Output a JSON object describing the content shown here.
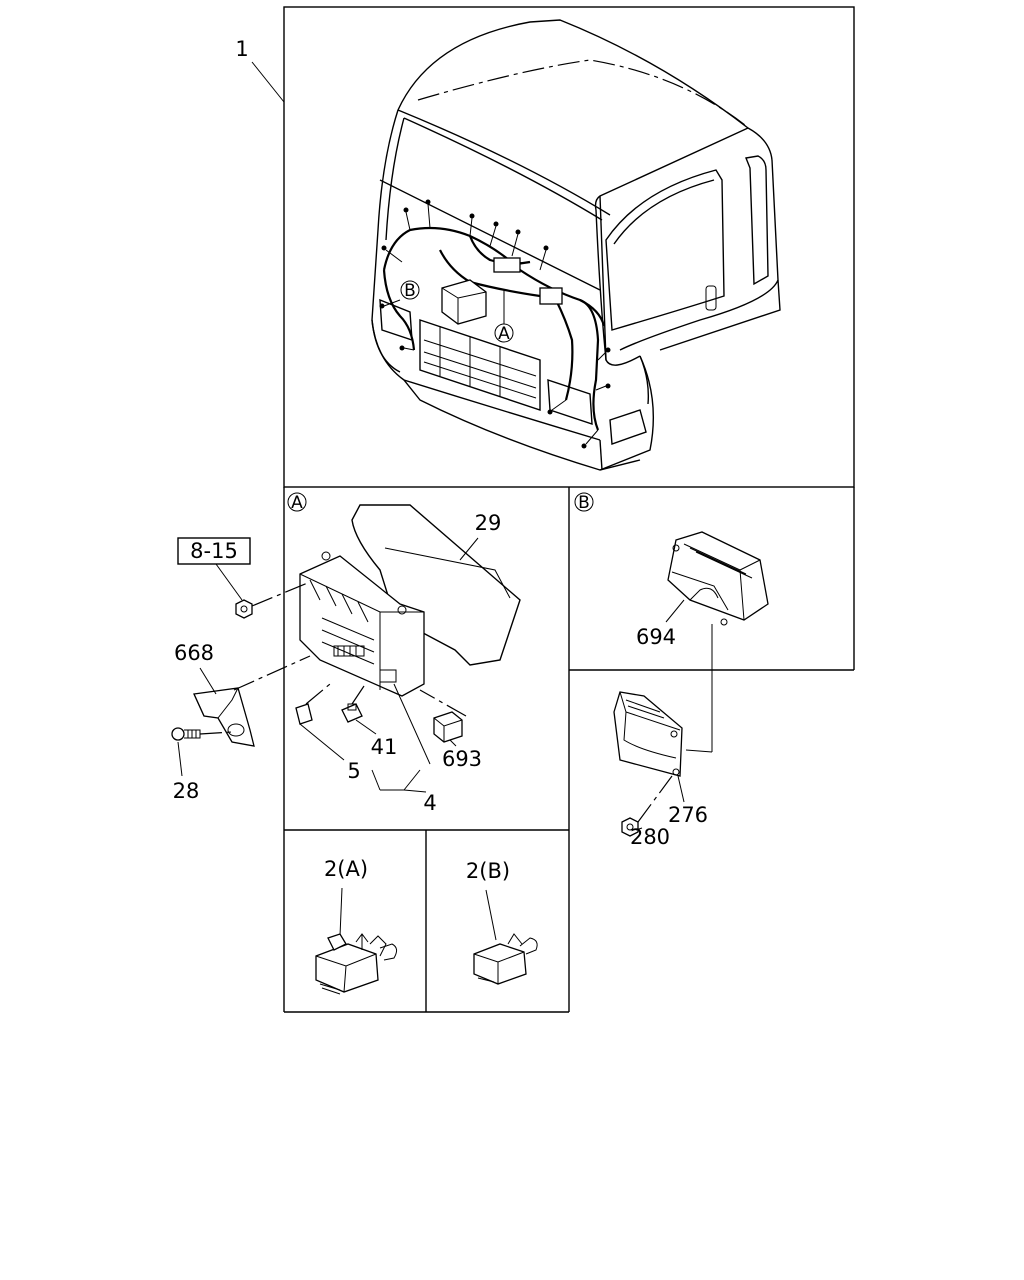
{
  "panels": {
    "a_marker": "A",
    "b_marker": "B"
  },
  "cab": {
    "marker_a": "A",
    "marker_b": "B"
  },
  "callouts": {
    "c1": "1",
    "c8_15": "8-15",
    "c29": "29",
    "c668": "668",
    "c28": "28",
    "c41": "41",
    "c5": "5",
    "c4": "4",
    "c693": "693",
    "c694": "694",
    "c276": "276",
    "c280": "280",
    "c2a": "2(A)",
    "c2b": "2(B)"
  }
}
